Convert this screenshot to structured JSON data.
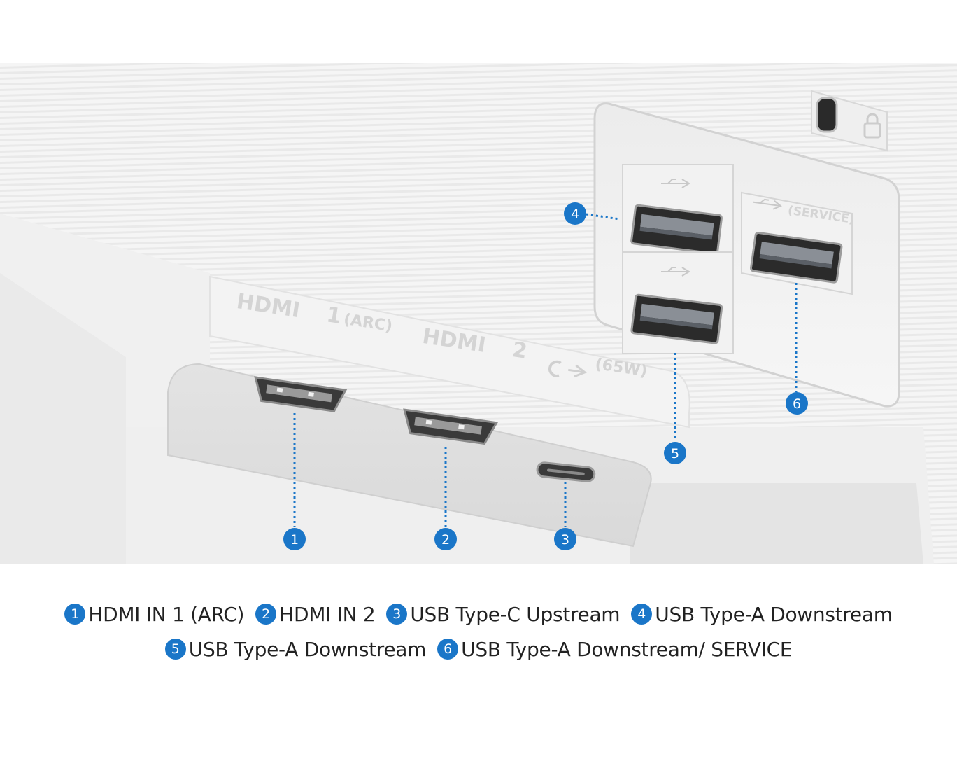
{
  "accent_color": "#1a76c8",
  "embossed_labels": {
    "hdmi1": "HDMI",
    "hdmi1_num": "1",
    "hdmi1_suffix": "(ARC)",
    "hdmi2": "HDMI",
    "hdmi2_num": "2",
    "usbc_power": "(65W)",
    "service": "(SERVICE)"
  },
  "callouts": [
    {
      "num": "1"
    },
    {
      "num": "2"
    },
    {
      "num": "3"
    },
    {
      "num": "4"
    },
    {
      "num": "5"
    },
    {
      "num": "6"
    }
  ],
  "legend": {
    "row1": [
      {
        "num": "1",
        "label": "HDMI IN 1 (ARC)"
      },
      {
        "num": "2",
        "label": "HDMI IN 2"
      },
      {
        "num": "3",
        "label": "USB Type-C Upstream"
      },
      {
        "num": "4",
        "label": "USB Type-A Downstream"
      }
    ],
    "row2": [
      {
        "num": "5",
        "label": "USB Type-A Downstream"
      },
      {
        "num": "6",
        "label": "USB Type-A Downstream/ SERVICE"
      }
    ]
  }
}
